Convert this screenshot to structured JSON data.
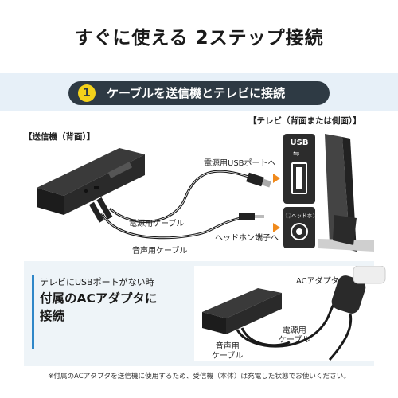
{
  "main_title": "すぐに使える 2ステップ接続",
  "step": {
    "number": "1",
    "title": "ケーブルを送信機とテレビに接続"
  },
  "labels": {
    "transmitter_back": "【送信機（背面）】",
    "tv_back_side": "【テレビ（背面または側面）】",
    "power_usb_port": "電源用USBポートへ",
    "power_cable": "電源用ケーブル",
    "headphone_jack": "ヘッドホン端子へ",
    "audio_cable": "音声用ケーブル",
    "usb_port_label": "USB",
    "headphone_port_label": "ヘッドホン出力"
  },
  "sub_section": {
    "small": "テレビにUSBポートがない時",
    "big_line1": "付属のACアダプタに",
    "big_line2": "接続",
    "ac_adapter": "ACアダプタ",
    "power_cable_line1": "電源用",
    "power_cable_line2": "ケーブル",
    "audio_cable_line1": "音声用",
    "audio_cable_line2": "ケーブル"
  },
  "footnote": "※付属のACアダプタを送信機に使用するため、受信機（本体）は充電した状態でお使いください。",
  "colors": {
    "step_pill": "#2e3a44",
    "step_badge": "#f4d21a",
    "accent_arrow": "#f08a1c",
    "band": "#e7f0f8",
    "sub_bar": "#2f87c8"
  }
}
